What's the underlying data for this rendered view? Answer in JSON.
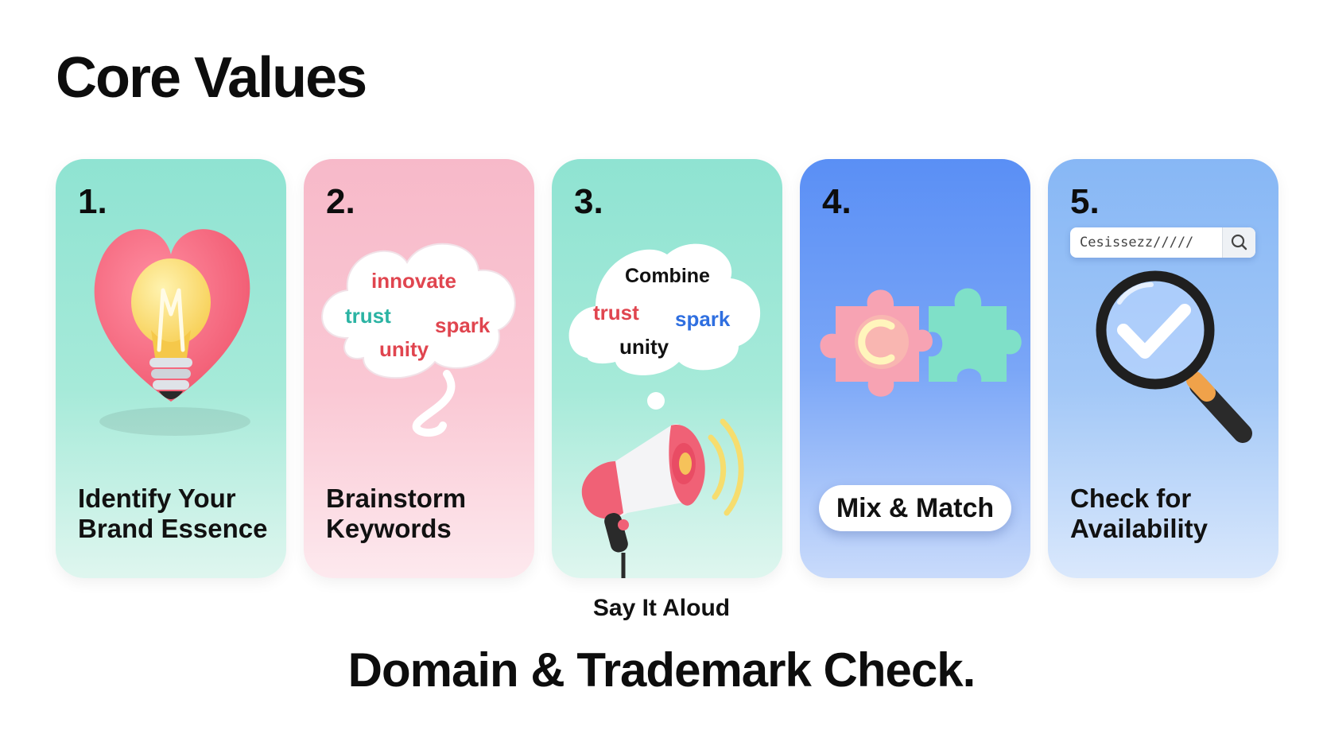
{
  "page": {
    "title": "Core Values"
  },
  "cards": [
    {
      "number": "1.",
      "label": "Identify Your Brand Essence",
      "icon": "heart-lightbulb-icon"
    },
    {
      "number": "2.",
      "label": "Brainstorm Keywords",
      "icon": "thought-cloud-icon",
      "cloud_words": [
        "innovate",
        "trust",
        "spark",
        "unity"
      ]
    },
    {
      "number": "3.",
      "icon": "megaphone-icon",
      "cloud_words": [
        "Combine",
        "trust",
        "spark",
        "unity"
      ]
    },
    {
      "number": "4.",
      "pill": "Mix & Match",
      "icon": "puzzle-pieces-icon"
    },
    {
      "number": "5.",
      "label": "Check for Availability",
      "icon": "magnifier-check-icon",
      "search_text": "Cesissezz/////"
    }
  ],
  "caption": "Say It Aloud",
  "footer": {
    "title": "Domain & Trademark Check."
  },
  "colors": {
    "mint": "#8fe3d2",
    "pink": "#f7b9c9",
    "blue": "#5a8ff5",
    "light_blue": "#87b7f5",
    "red_word": "#e0454f",
    "teal_word": "#2bb3a3",
    "blue_word": "#2f6fe0"
  }
}
